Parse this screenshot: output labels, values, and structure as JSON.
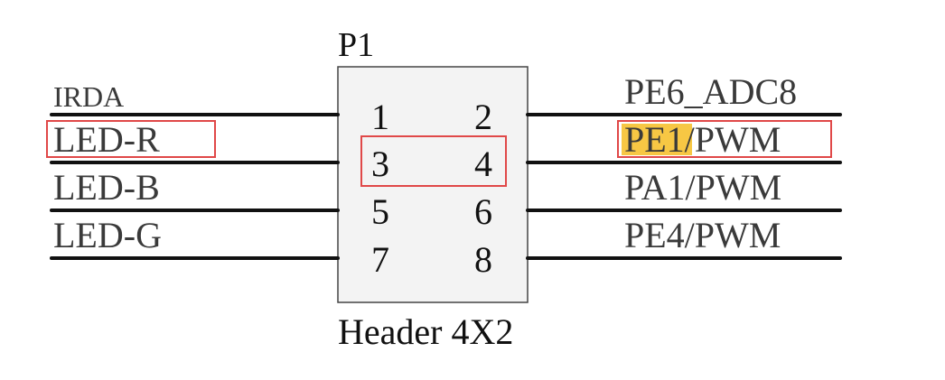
{
  "component": {
    "designator": "P1",
    "description": "Header 4X2",
    "pins": [
      "1",
      "2",
      "3",
      "4",
      "5",
      "6",
      "7",
      "8"
    ]
  },
  "left_nets": [
    "IRDA",
    "LED-R",
    "LED-B",
    "LED-G"
  ],
  "right_nets": [
    "PE6_ADC8",
    "PE1/PWM",
    "PA1/PWM",
    "PE4/PWM"
  ],
  "highlight": {
    "text": "PE1",
    "color": "#f7c744",
    "box_color": "#e04848"
  }
}
